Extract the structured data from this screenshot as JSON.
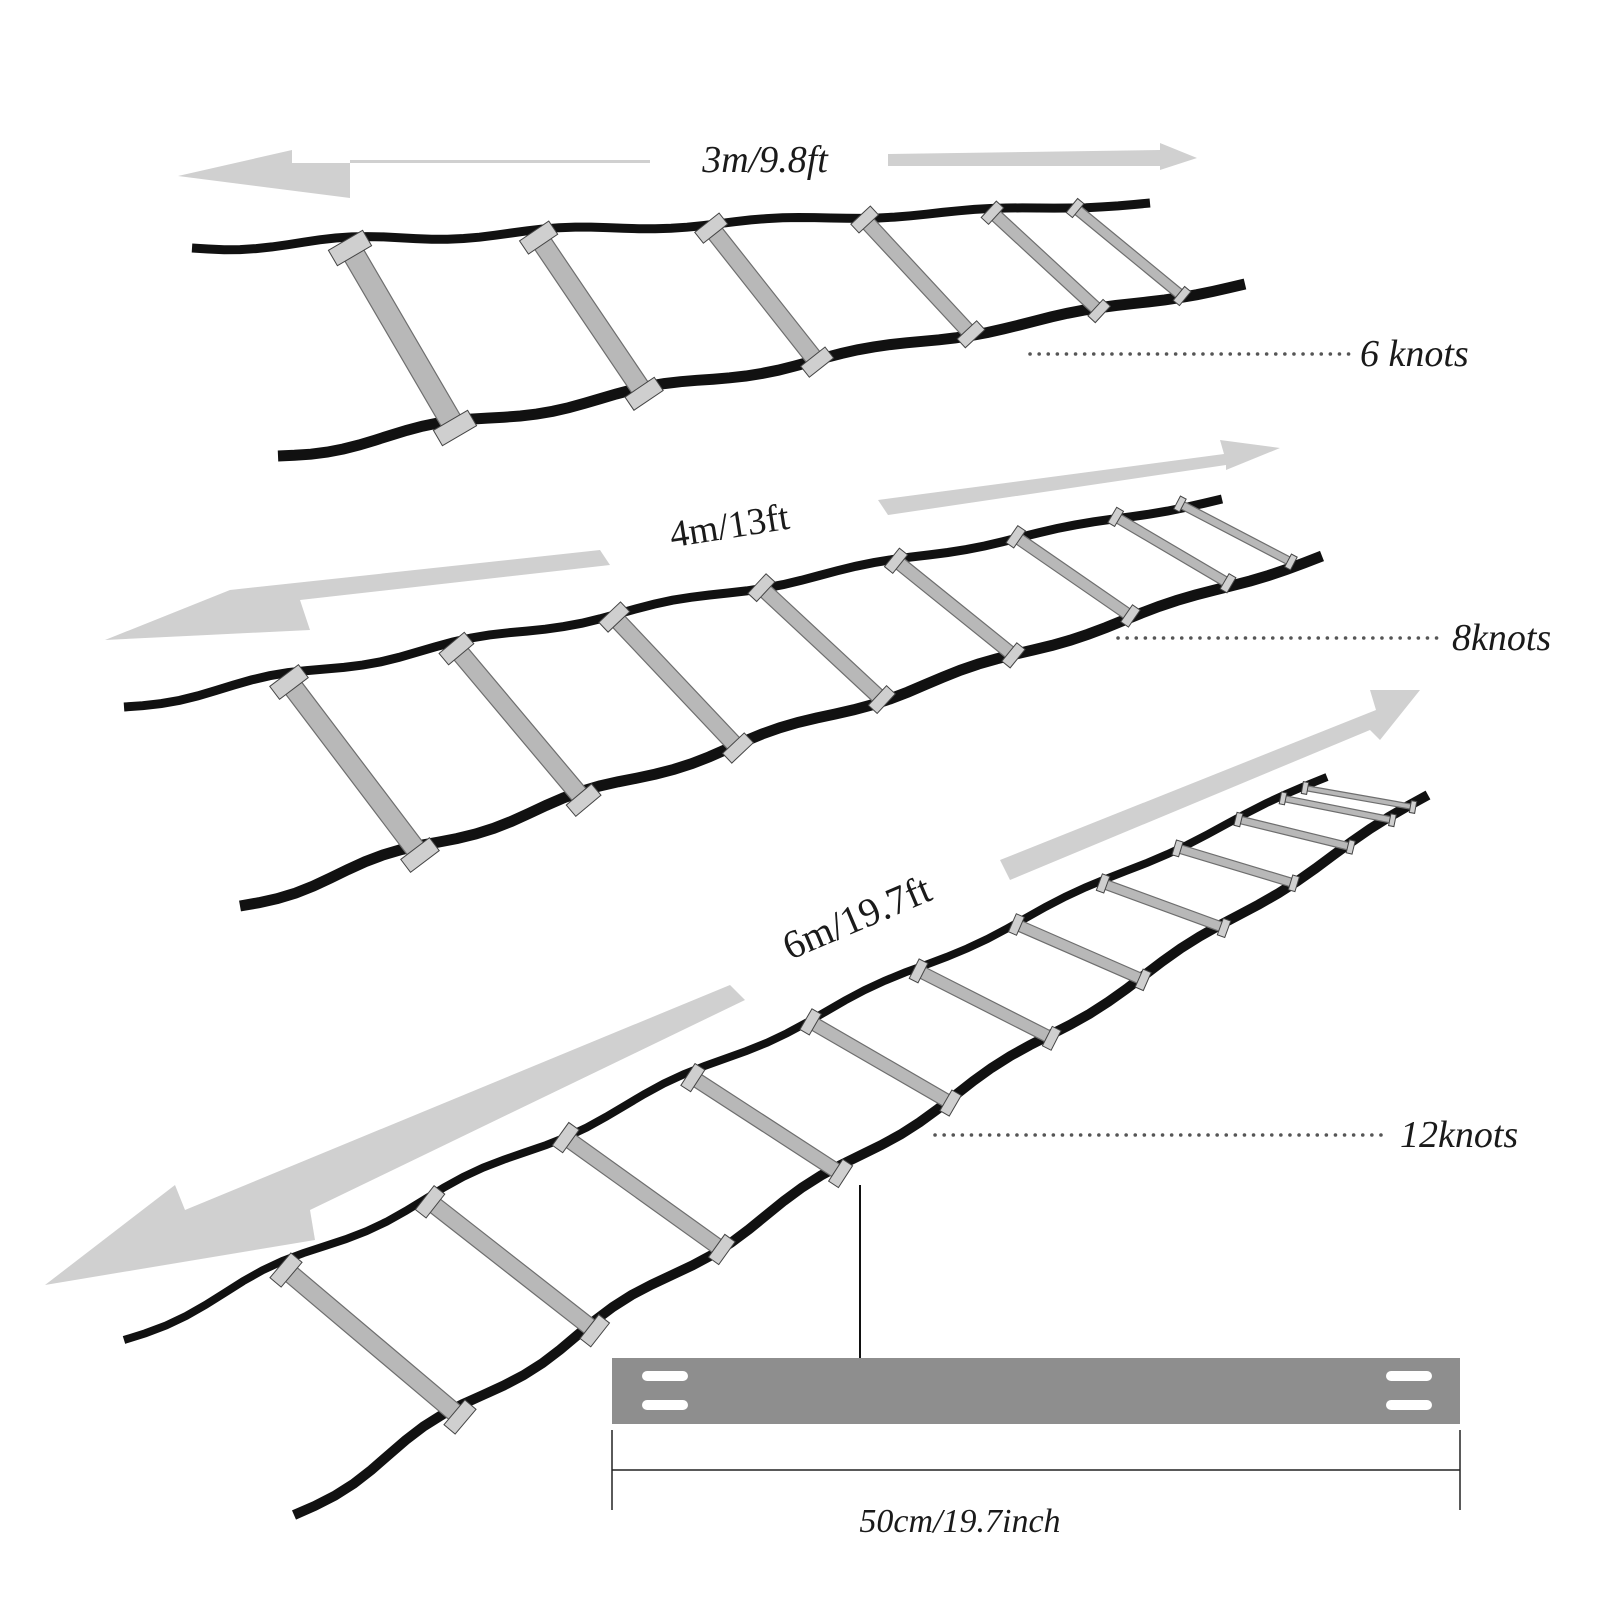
{
  "ladders": [
    {
      "length_label": "3m/9.8ft",
      "knots_label": "6 knots",
      "knots": 6
    },
    {
      "length_label": "4m/13ft",
      "knots_label": "8knots",
      "knots": 8
    },
    {
      "length_label": "6m/19.7ft",
      "knots_label": "12knots",
      "knots": 12
    }
  ],
  "rung_detail": {
    "width_label": "50cm/19.7inch"
  },
  "colors": {
    "strap": "#111111",
    "rung": "#b8b8b8",
    "rung_edge": "#6e6e6e",
    "arrow": "#d0d0d0",
    "detail_rung": "#8e8e8e",
    "dotted_leader": "#555555"
  }
}
